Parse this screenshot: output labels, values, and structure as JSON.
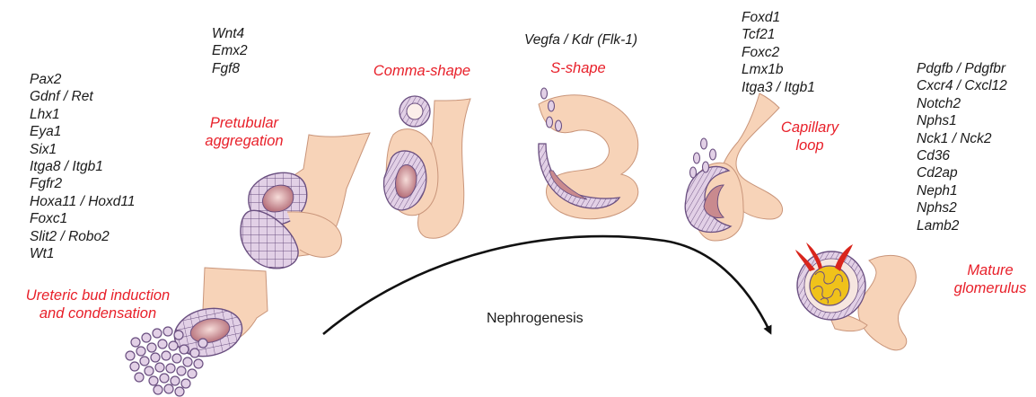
{
  "stages": {
    "ureteric": [
      "Ureteric bud induction",
      "and condensation"
    ],
    "pretubular": [
      "Pretubular",
      "aggregation"
    ],
    "comma": [
      "Comma-shape"
    ],
    "sshape": [
      "S-shape"
    ],
    "capillary": [
      "Capillary",
      "loop"
    ],
    "mature": [
      "Mature",
      "glomerulus"
    ]
  },
  "genes": {
    "ureteric": [
      "Pax2",
      "Gdnf / Ret",
      "Lhx1",
      "Eya1",
      "Six1",
      "Itga8 / Itgb1",
      "Fgfr2",
      "Hoxa11 / Hoxd11",
      "Foxc1",
      "Slit2 / Robo2",
      "Wt1"
    ],
    "pretubular": [
      "Wnt4",
      "Emx2",
      "Fgf8"
    ],
    "sshape": [
      "Vegfa / Kdr (Flk-1)"
    ],
    "capillary": [
      "Foxd1",
      "Tcf21",
      "Foxc2",
      "Lmx1b",
      "Itga3 / Itgb1"
    ],
    "mature": [
      "Pdgfb / Pdgfbr",
      "Cxcr4 / Cxcl12",
      "Notch2",
      "Nphs1",
      "Nck1 / Nck2",
      "Cd36",
      "Cd2ap",
      "Neph1",
      "Nphs2",
      "Lamb2"
    ]
  },
  "process_label": "Nephrogenesis",
  "colors": {
    "stage_label": "#e8202a",
    "tissue": "#f7d3b8",
    "tissue_edge": "#c9957a",
    "cell": "#e2d0e6",
    "cell_edge": "#6a4f80",
    "lumen": "#c98a8e",
    "vessel": "#d9251c",
    "glomerulus_core": "#f0c21a"
  }
}
